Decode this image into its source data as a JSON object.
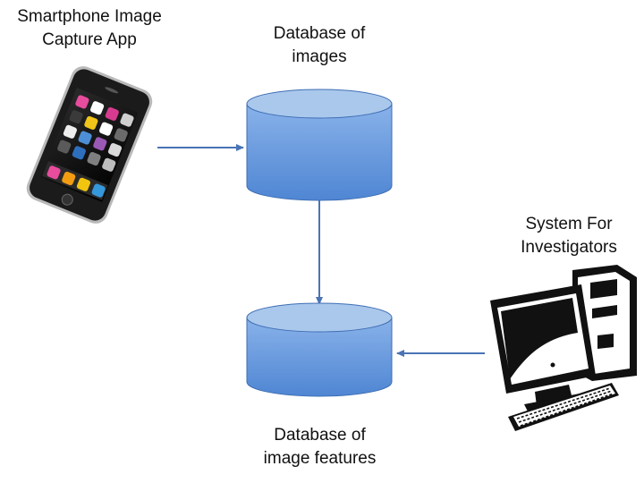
{
  "nodes": {
    "phone": {
      "title_line1": "Smartphone Image",
      "title_line2": "Capture App",
      "icon": "smartphone-icon"
    },
    "db_images": {
      "title_line1": "Database of",
      "title_line2": "images",
      "icon": "database-cylinder-icon"
    },
    "system": {
      "title_line1": "System For",
      "title_line2": "Investigators",
      "icon": "desktop-computer-icon"
    },
    "db_features": {
      "title_line1": "Database of",
      "title_line2": "image features",
      "icon": "database-cylinder-icon"
    }
  },
  "edges": [
    {
      "from": "phone",
      "to": "db_images"
    },
    {
      "from": "db_images",
      "to": "db_features"
    },
    {
      "from": "system",
      "to": "db_features"
    }
  ],
  "colors": {
    "cylinder_top": "#aac8ec",
    "cylinder_body_dark": "#4f86d3",
    "cylinder_body_light": "#89b2ea",
    "cylinder_stroke": "#3e6eb3",
    "arrow": "#4a74b5",
    "phone_body": "#222222",
    "computer": "#111111"
  }
}
